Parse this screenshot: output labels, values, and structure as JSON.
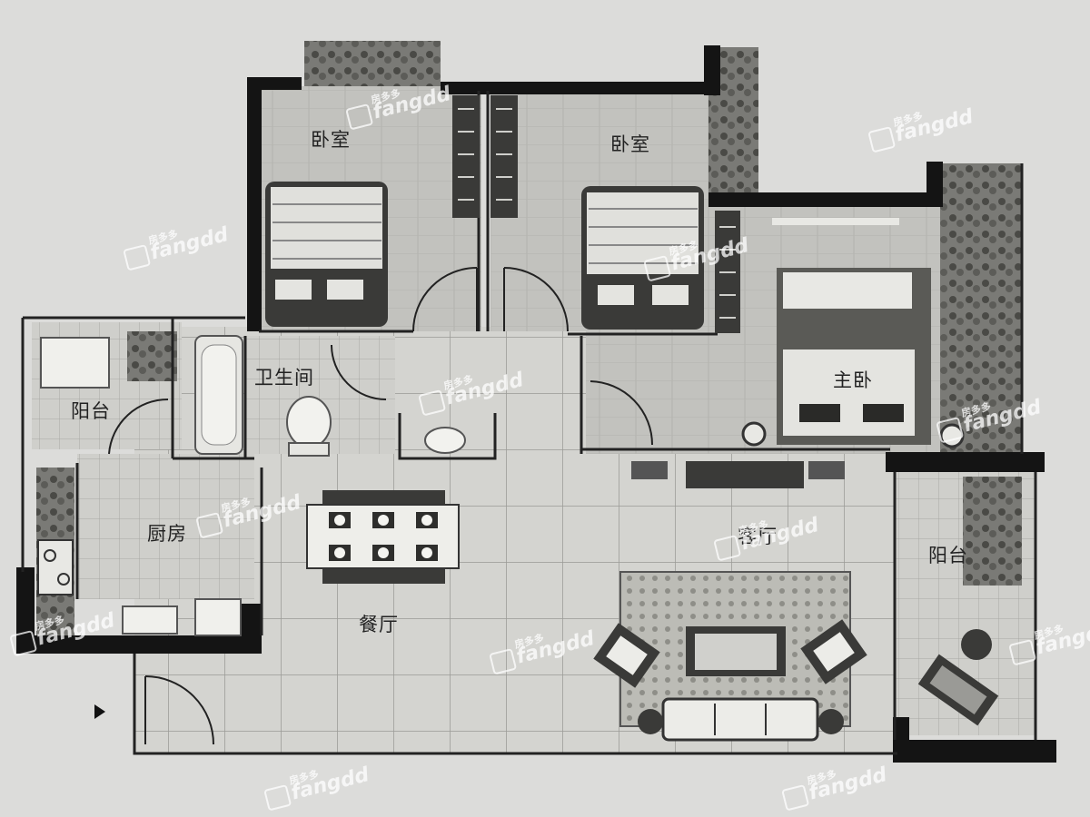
{
  "rooms": {
    "bedroom_left": "卧室",
    "bedroom_right": "卧室",
    "bathroom": "卫生间",
    "master_bedroom": "主卧",
    "balcony_left": "阳台",
    "kitchen": "厨房",
    "dining_room": "餐厅",
    "living_room": "客厅",
    "balcony_right": "阳台"
  },
  "watermark": {
    "brand_cn": "房多多",
    "brand_en": "fangdd"
  },
  "colors": {
    "background": "#dcdcda",
    "floor": "#c9c9c6",
    "wall": "#141414",
    "planter": "#6a6a66"
  },
  "icons": {
    "entry": "entry-arrow-icon"
  }
}
